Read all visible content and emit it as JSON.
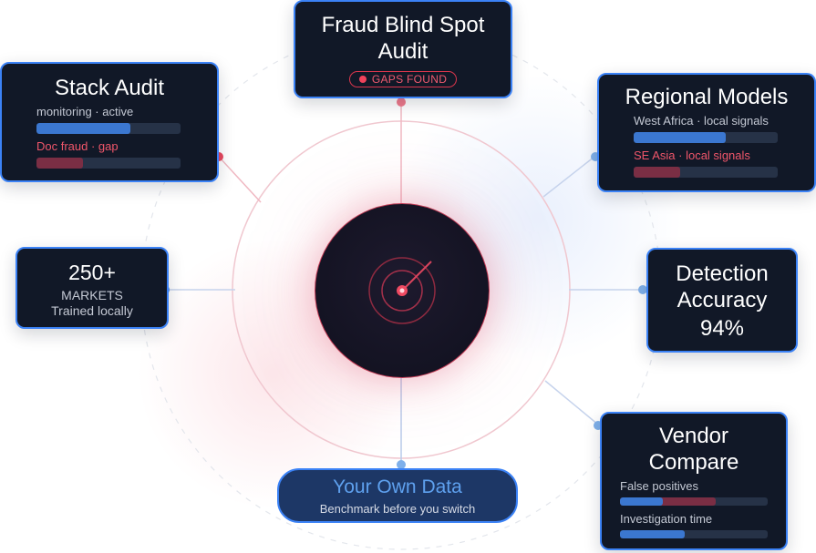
{
  "center": {
    "name": "radar-core"
  },
  "fraud_blind_spot": {
    "title_line1": "Fraud Blind Spot",
    "title_line2": "Audit",
    "badge": "GAPS FOUND"
  },
  "stack_audit": {
    "title": "Stack Audit",
    "rows": [
      {
        "label": "monitoring · active",
        "fill": 0.65,
        "color": "blue"
      },
      {
        "label": "Doc fraud · gap",
        "fill": 0.32,
        "color": "red"
      }
    ]
  },
  "regional_models": {
    "title": "Regional Models",
    "rows": [
      {
        "label": "West Africa · local signals",
        "fill": 0.64,
        "color": "blue"
      },
      {
        "label": "SE Asia · local signals",
        "fill": 0.32,
        "color": "red"
      }
    ]
  },
  "markets": {
    "count": "250+",
    "label": "MARKETS",
    "sub": "Trained locally"
  },
  "detection": {
    "line1": "Detection",
    "line2": "Accuracy",
    "value": "94%"
  },
  "vendor_compare": {
    "title_line1": "Vendor",
    "title_line2": "Compare",
    "false_positives_label": "False positives",
    "false_positives": {
      "ours": 0.29,
      "theirs": 0.65
    },
    "investigation_label": "Investigation time",
    "investigation": 0.44
  },
  "own_data": {
    "title": "Your Own Data",
    "subtitle": "Benchmark before you switch"
  },
  "colors": {
    "card_bg": "#111827",
    "accent_blue": "#3b82f6",
    "accent_red": "#f0435b"
  }
}
